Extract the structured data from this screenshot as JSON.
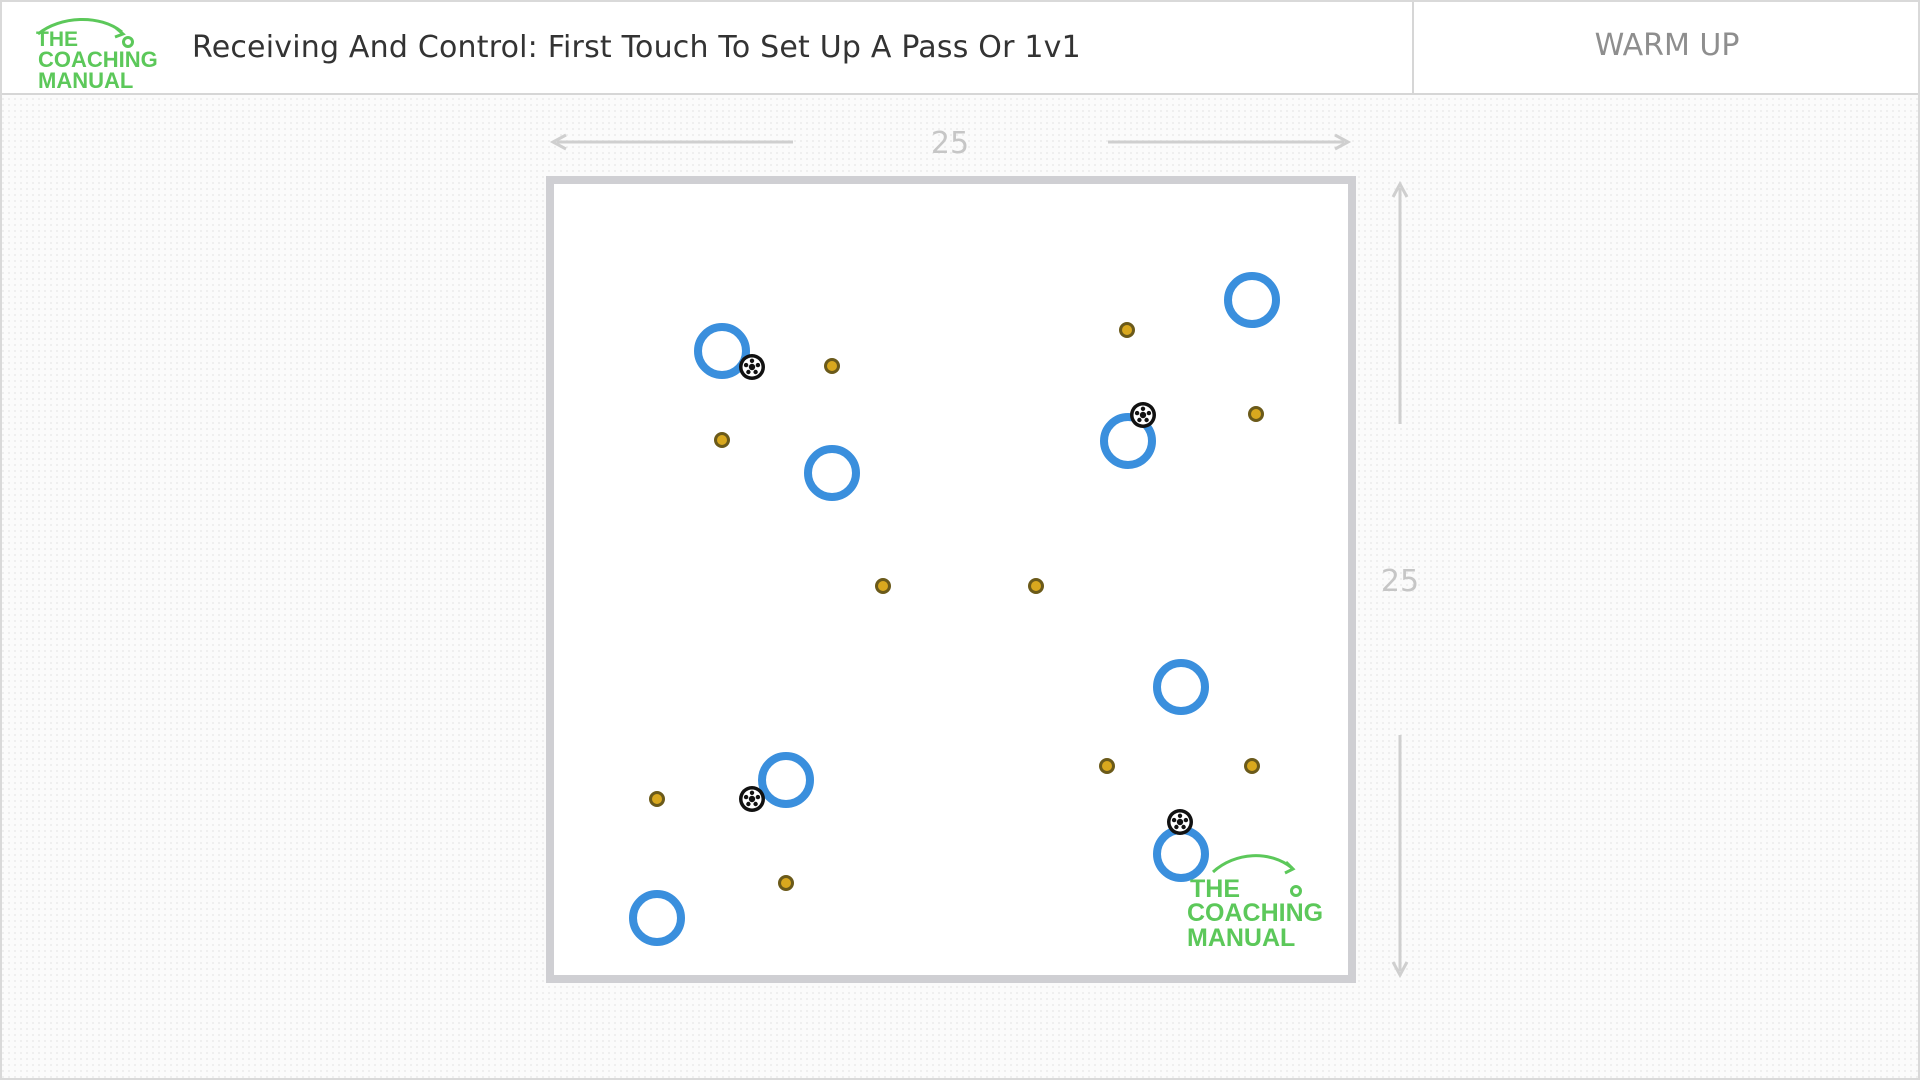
{
  "header": {
    "logo_lines": [
      "THE",
      "COACHING",
      "MANUAL"
    ],
    "title": "Receiving And Control: First Touch To Set Up A Pass Or 1v1",
    "phase": "WARM UP"
  },
  "colors": {
    "brand_green": "#5cc85a",
    "player_blue": "#3a8fdd",
    "cone_gold": "#d9a81e",
    "cone_outline": "#6b5a1a",
    "pitch_border": "#cfcfd3",
    "dimension_gray": "#c6c6c6"
  },
  "pitch": {
    "width_label": "25",
    "height_label": "25",
    "watermark_lines": [
      "THE",
      "COACHING",
      "MANUAL"
    ]
  },
  "icons": [
    "player-icon",
    "ball-icon",
    "cone-icon",
    "arrow-icon"
  ]
}
